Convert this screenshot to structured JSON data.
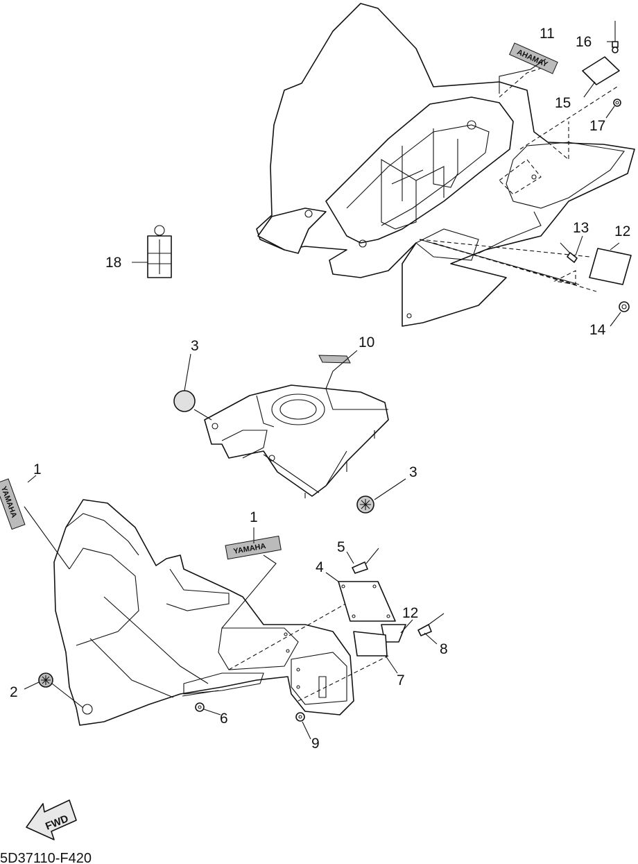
{
  "diagram": {
    "drawing_code": "5D37110-F420",
    "fwd_label": "FWD",
    "decal_text": "YAMAHA",
    "callouts": [
      {
        "id": "c11",
        "text": "11"
      },
      {
        "id": "c16",
        "text": "16"
      },
      {
        "id": "c15",
        "text": "15"
      },
      {
        "id": "c17",
        "text": "17"
      },
      {
        "id": "c18",
        "text": "18"
      },
      {
        "id": "c13",
        "text": "13"
      },
      {
        "id": "c12a",
        "text": "12"
      },
      {
        "id": "c14",
        "text": "14"
      },
      {
        "id": "c3a",
        "text": "3"
      },
      {
        "id": "c10",
        "text": "10"
      },
      {
        "id": "c3b",
        "text": "3"
      },
      {
        "id": "c1a",
        "text": "1"
      },
      {
        "id": "c1b",
        "text": "1"
      },
      {
        "id": "c5",
        "text": "5"
      },
      {
        "id": "c4",
        "text": "4"
      },
      {
        "id": "c12b",
        "text": "12"
      },
      {
        "id": "c8",
        "text": "8"
      },
      {
        "id": "c7",
        "text": "7"
      },
      {
        "id": "c2",
        "text": "2"
      },
      {
        "id": "c6",
        "text": "6"
      },
      {
        "id": "c9",
        "text": "9"
      }
    ]
  }
}
